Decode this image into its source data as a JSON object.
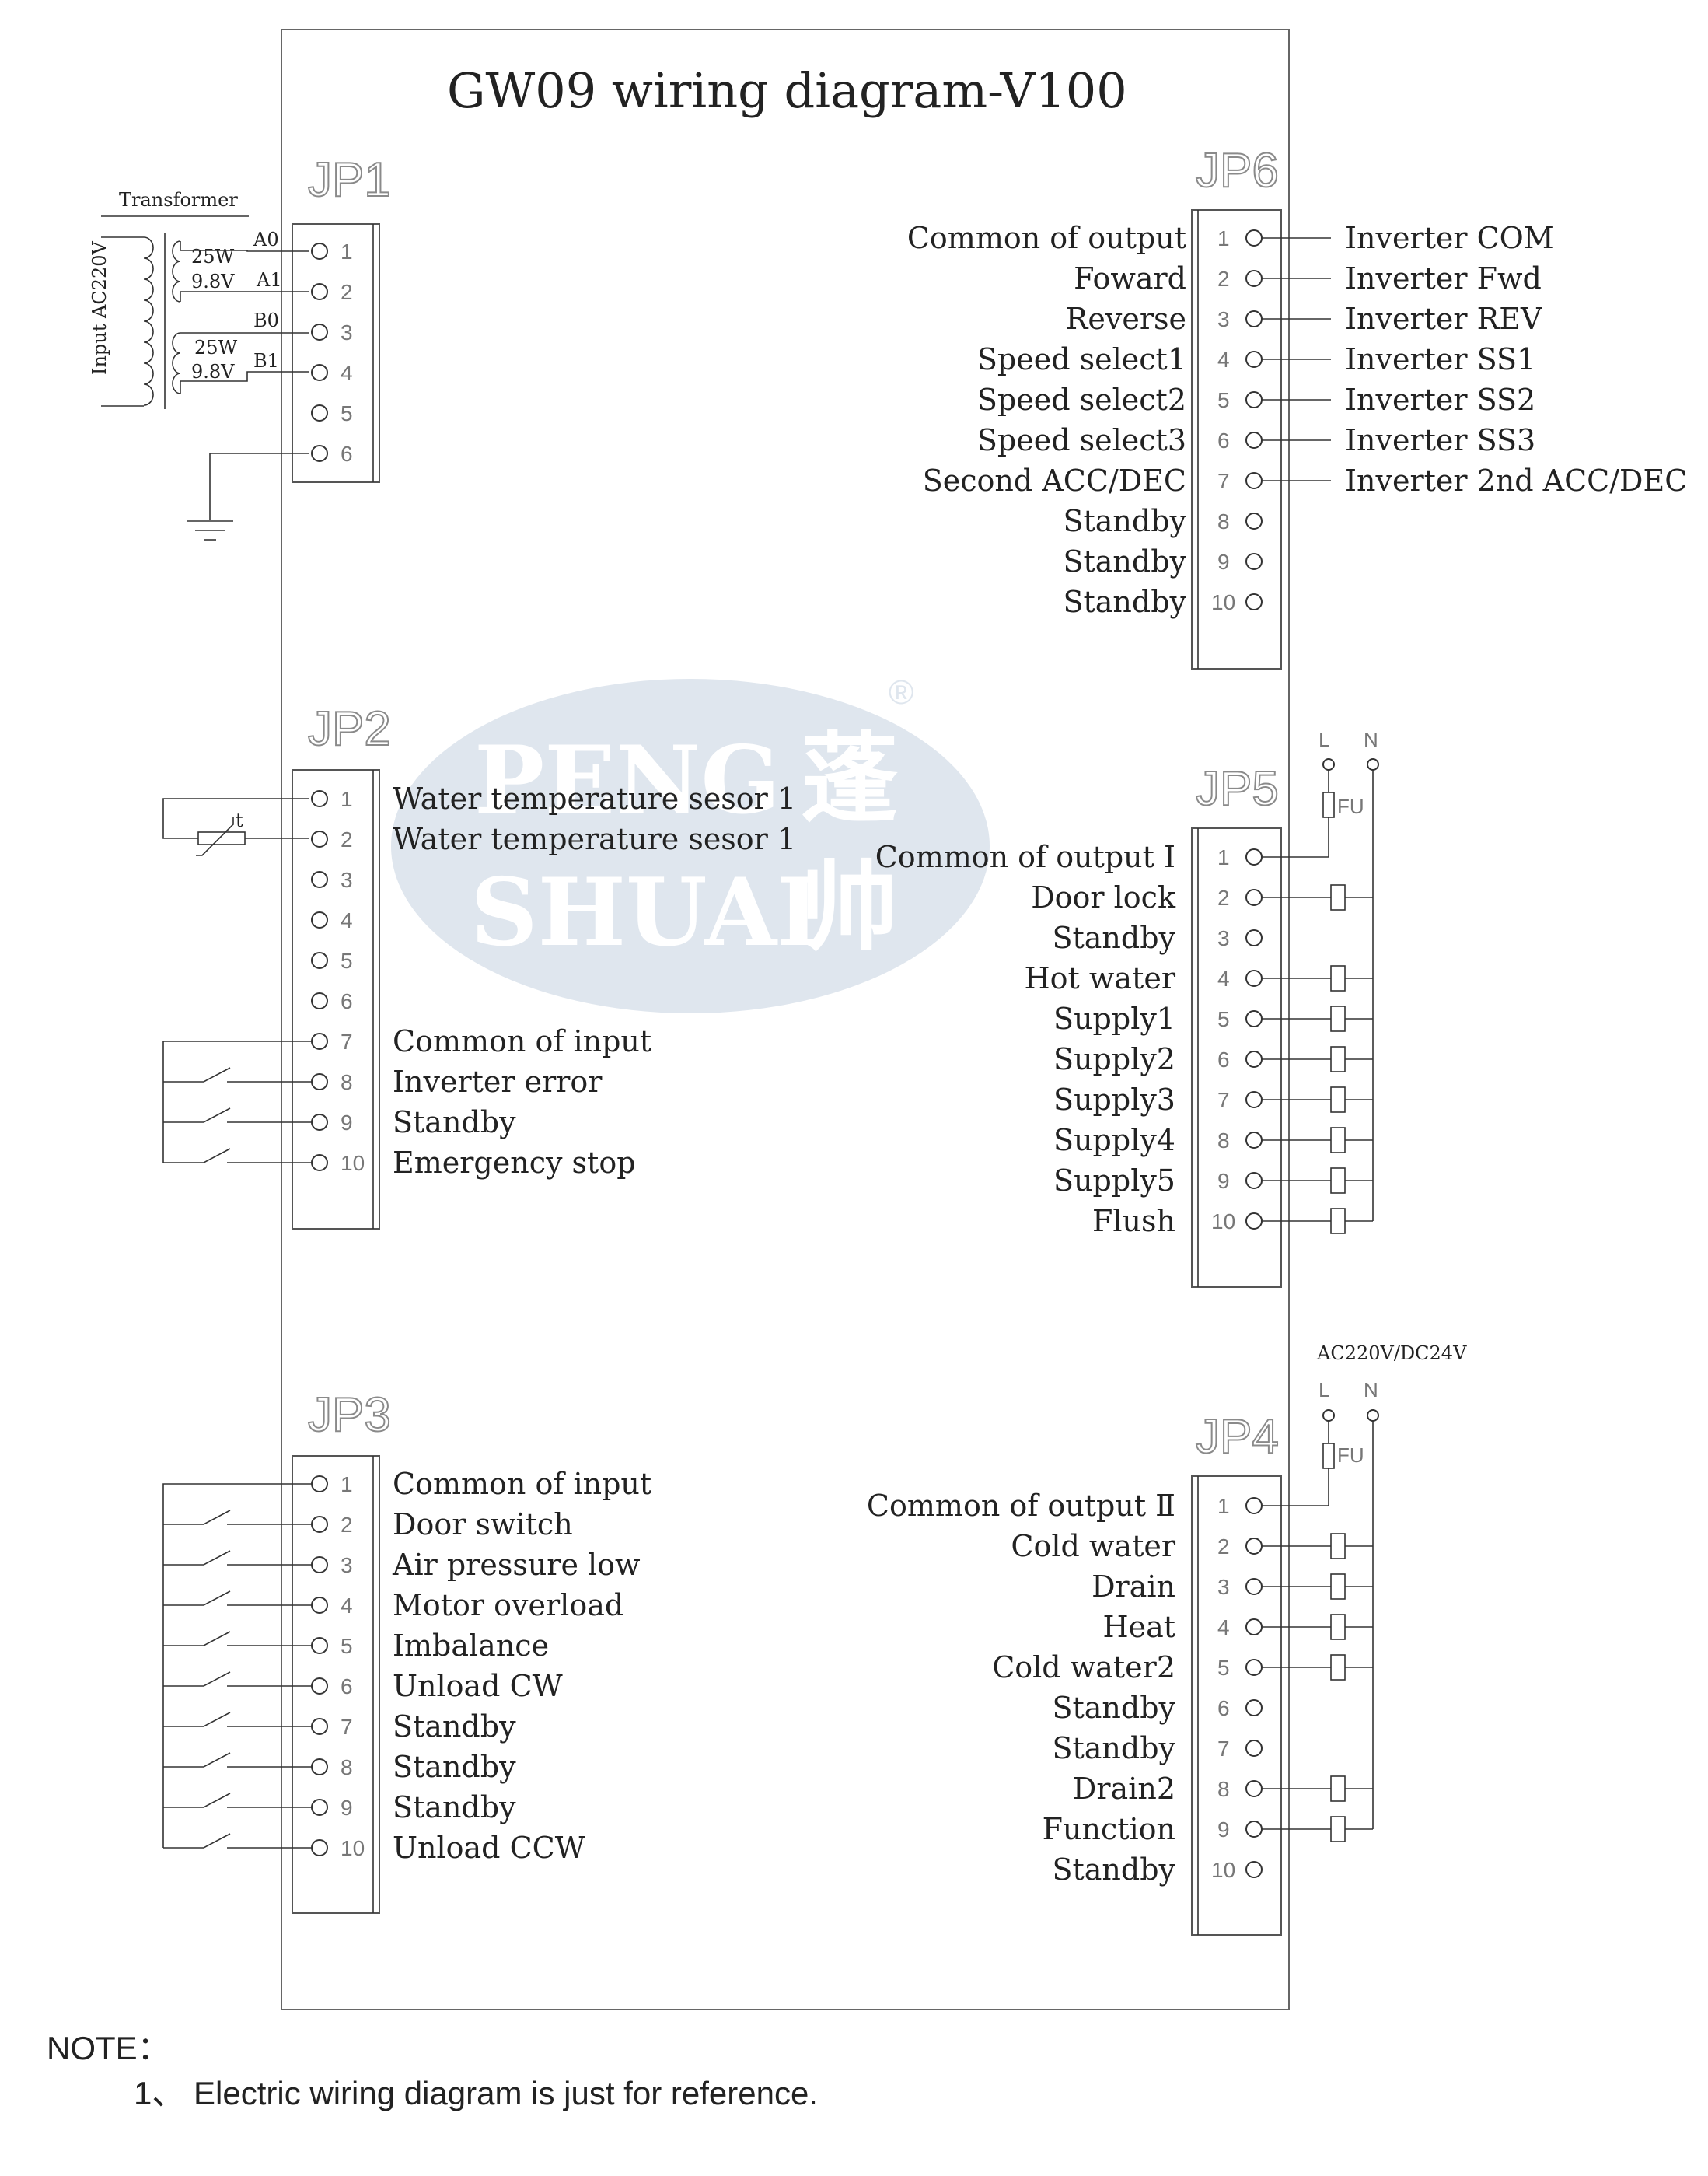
{
  "title": "GW09 wiring diagram-V100",
  "watermark": {
    "brand_latin_top": "PENG",
    "brand_latin_bottom": "SHUAI",
    "brand_cjk_top": "蓬",
    "brand_cjk_bottom": "帅",
    "registered_mark": "®"
  },
  "jp1": {
    "name": "JP1",
    "transformer_label": "Transformer",
    "input_label": "Input AC220V",
    "coil1_power": "25W",
    "coil1_voltage": "9.8V",
    "coil2_power": "25W",
    "coil2_voltage": "9.8V",
    "tap_a0": "A0",
    "tap_a1": "A1",
    "tap_b0": "B0",
    "tap_b1": "B1",
    "pins": [
      "1",
      "2",
      "3",
      "4",
      "5",
      "6"
    ]
  },
  "jp2": {
    "name": "JP2",
    "pins": [
      {
        "num": "1",
        "label": "Water temperature sesor 1"
      },
      {
        "num": "2",
        "label": "Water temperature sesor 1"
      },
      {
        "num": "3",
        "label": ""
      },
      {
        "num": "4",
        "label": ""
      },
      {
        "num": "5",
        "label": ""
      },
      {
        "num": "6",
        "label": ""
      },
      {
        "num": "7",
        "label": "Common of input"
      },
      {
        "num": "8",
        "label": "Inverter error"
      },
      {
        "num": "9",
        "label": "Standby"
      },
      {
        "num": "10",
        "label": "Emergency stop"
      }
    ]
  },
  "jp3": {
    "name": "JP3",
    "pins": [
      {
        "num": "1",
        "label": "Common of input"
      },
      {
        "num": "2",
        "label": "Door switch"
      },
      {
        "num": "3",
        "label": "Air pressure low"
      },
      {
        "num": "4",
        "label": "Motor overload"
      },
      {
        "num": "5",
        "label": "Imbalance"
      },
      {
        "num": "6",
        "label": "Unload CW"
      },
      {
        "num": "7",
        "label": "Standby"
      },
      {
        "num": "8",
        "label": "Standby"
      },
      {
        "num": "9",
        "label": "Standby"
      },
      {
        "num": "10",
        "label": "Unload CCW"
      }
    ]
  },
  "jp6": {
    "name": "JP6",
    "pins": [
      {
        "num": "1",
        "label": "Common of output",
        "target": "Inverter COM"
      },
      {
        "num": "2",
        "label": "Foward",
        "target": "Inverter Fwd"
      },
      {
        "num": "3",
        "label": "Reverse",
        "target": "Inverter REV"
      },
      {
        "num": "4",
        "label": "Speed select1",
        "target": "Inverter SS1"
      },
      {
        "num": "5",
        "label": "Speed select2",
        "target": "Inverter SS2"
      },
      {
        "num": "6",
        "label": "Speed select3",
        "target": "Inverter SS3"
      },
      {
        "num": "7",
        "label": "Second ACC/DEC",
        "target": "Inverter 2nd ACC/DEC"
      },
      {
        "num": "8",
        "label": "Standby",
        "target": ""
      },
      {
        "num": "9",
        "label": "Standby",
        "target": ""
      },
      {
        "num": "10",
        "label": "Standby",
        "target": ""
      }
    ]
  },
  "jp5": {
    "name": "JP5",
    "line_label": "L",
    "neutral_label": "N",
    "fuse_label": "FU",
    "pins": [
      {
        "num": "1",
        "label": "Common of output Ⅰ"
      },
      {
        "num": "2",
        "label": "Door lock"
      },
      {
        "num": "3",
        "label": "Standby"
      },
      {
        "num": "4",
        "label": "Hot water"
      },
      {
        "num": "5",
        "label": "Supply1"
      },
      {
        "num": "6",
        "label": "Supply2"
      },
      {
        "num": "7",
        "label": "Supply3"
      },
      {
        "num": "8",
        "label": "Supply4"
      },
      {
        "num": "9",
        "label": "Supply5"
      },
      {
        "num": "10",
        "label": "Flush"
      }
    ]
  },
  "jp4": {
    "name": "JP4",
    "supply_label": "AC220V/DC24V",
    "line_label": "L",
    "neutral_label": "N",
    "fuse_label": "FU",
    "pins": [
      {
        "num": "1",
        "label": "Common of output Ⅱ"
      },
      {
        "num": "2",
        "label": "Cold water"
      },
      {
        "num": "3",
        "label": "Drain"
      },
      {
        "num": "4",
        "label": "Heat"
      },
      {
        "num": "5",
        "label": "Cold water2"
      },
      {
        "num": "6",
        "label": "Standby"
      },
      {
        "num": "7",
        "label": "Standby"
      },
      {
        "num": "8",
        "label": "Drain2"
      },
      {
        "num": "9",
        "label": "Function"
      },
      {
        "num": "10",
        "label": "Standby"
      }
    ]
  },
  "note": {
    "heading": "NOTE：",
    "item": "1、 Electric wiring diagram is just for reference."
  }
}
